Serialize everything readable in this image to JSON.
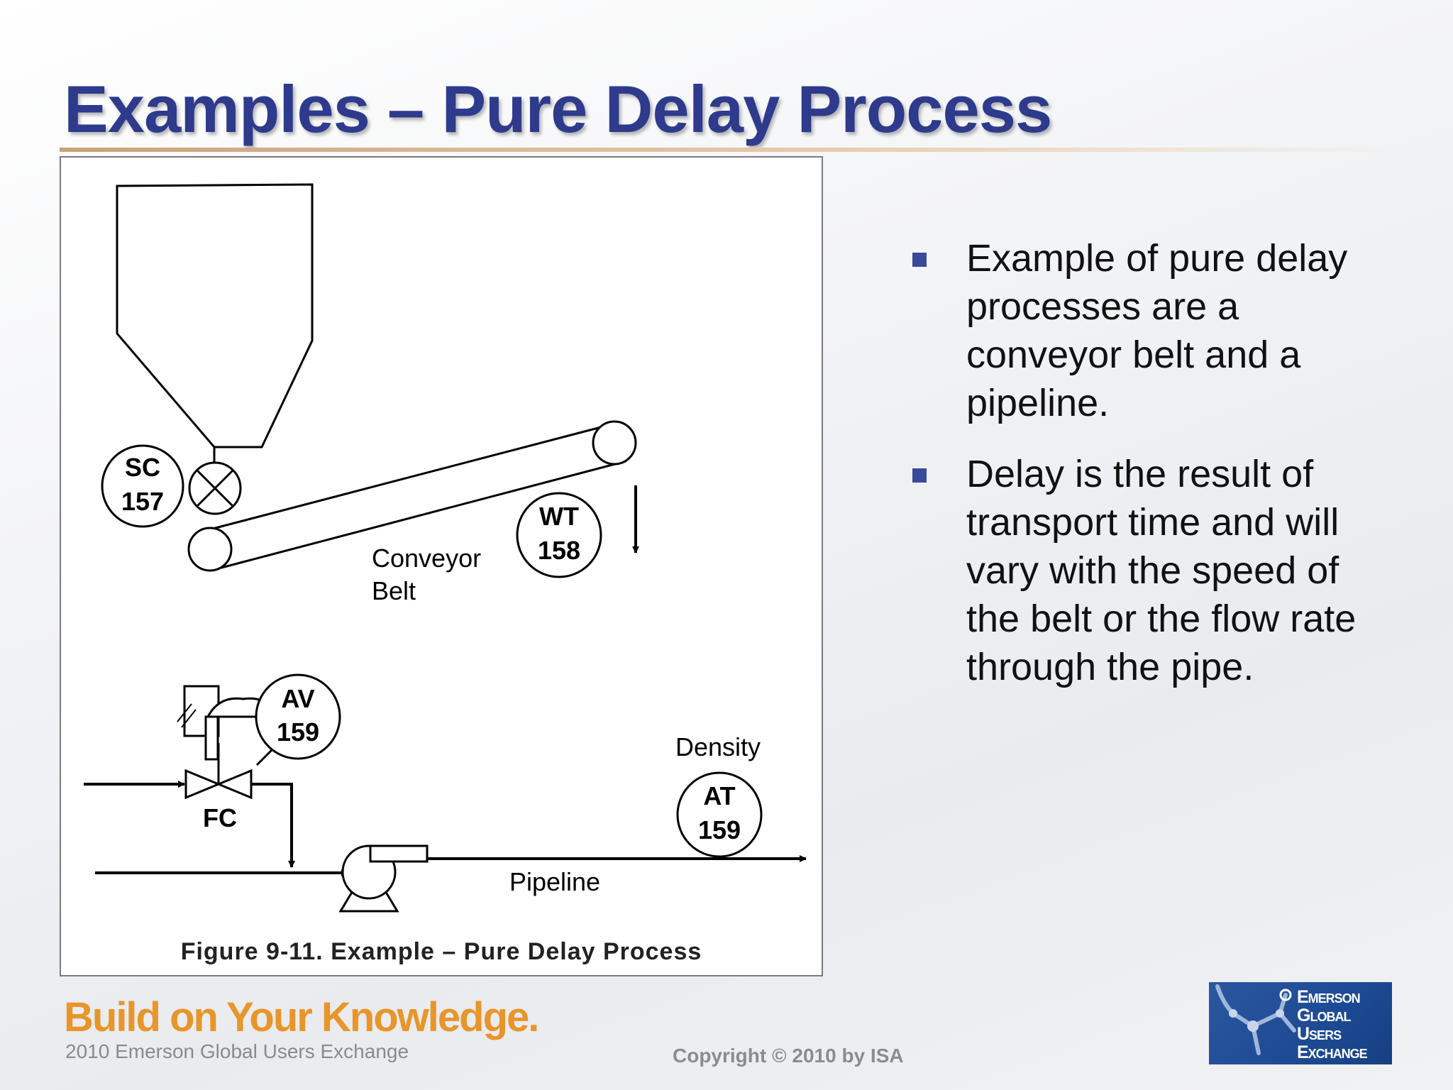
{
  "slide": {
    "title": "Examples – Pure Delay Process"
  },
  "figure": {
    "caption": "Figure 9-11. Example – Pure Delay Process",
    "instruments": {
      "sc_tag": "SC",
      "sc_num": "157",
      "wt_tag": "WT",
      "wt_num": "158",
      "av_tag": "AV",
      "av_num": "159",
      "at_tag": "AT",
      "at_num": "159"
    },
    "labels": {
      "conveyor_line1": "Conveyor",
      "conveyor_line2": "Belt",
      "fc": "FC",
      "density": "Density",
      "pipeline": "Pipeline"
    }
  },
  "bullets": [
    "Example of pure delay processes are a conveyor belt and a pipeline.",
    "Delay is the result of transport time and will vary with the speed of the belt or the flow rate through the pipe."
  ],
  "footer": {
    "brand": "Build on Your Knowledge.",
    "sub": "2010 Emerson Global Users Exchange",
    "copyright": "Copyright © 2010 by ISA",
    "logo_lines": [
      "Emerson",
      "Global",
      "Users",
      "Exchange"
    ]
  },
  "colors": {
    "title": "#2e3a8c",
    "bullet_mark": "#3a4a9a",
    "brand": "#e8952a",
    "logo_bg": "#1d4a94"
  }
}
